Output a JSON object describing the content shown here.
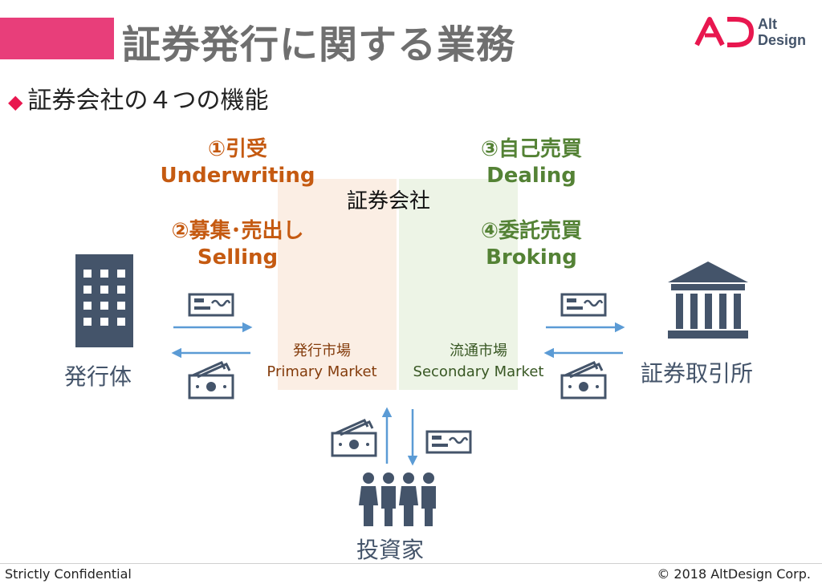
{
  "header": {
    "title": "証券発行に関する業務",
    "logo_text_line1": "Alt",
    "logo_text_line2": "Design",
    "logo_mark": "AD"
  },
  "subtitle": {
    "bullet": "◆",
    "text": "証券会社の４つの機能"
  },
  "functions": [
    {
      "title": "①引受",
      "english": "Underwriting",
      "color": "#c55a11"
    },
    {
      "title": "②募集･売出し",
      "english": "Selling",
      "color": "#c55a11"
    },
    {
      "title": "③自己売買",
      "english": "Dealing",
      "color": "#548235"
    },
    {
      "title": "④委託売買",
      "english": "Broking",
      "color": "#548235"
    }
  ],
  "company_label": "証券会社",
  "markets": {
    "primary": {
      "ja": "発行市場",
      "en": "Primary Market",
      "color": "#843c0c"
    },
    "secondary": {
      "ja": "流通市場",
      "en": "Secondary Market",
      "color": "#385723"
    }
  },
  "nodes": {
    "issuer": "発行体",
    "exchange": "証券取引所",
    "investor": "投資家"
  },
  "colors": {
    "accent": "#e83e7a",
    "icon": "#44546a",
    "arrow": "#5b9bd5",
    "primary_zone": "#fbeee4",
    "secondary_zone": "#edf4e6"
  },
  "footer": {
    "left": "Strictly Confidential",
    "right": "© 2018 AltDesign Corp."
  }
}
